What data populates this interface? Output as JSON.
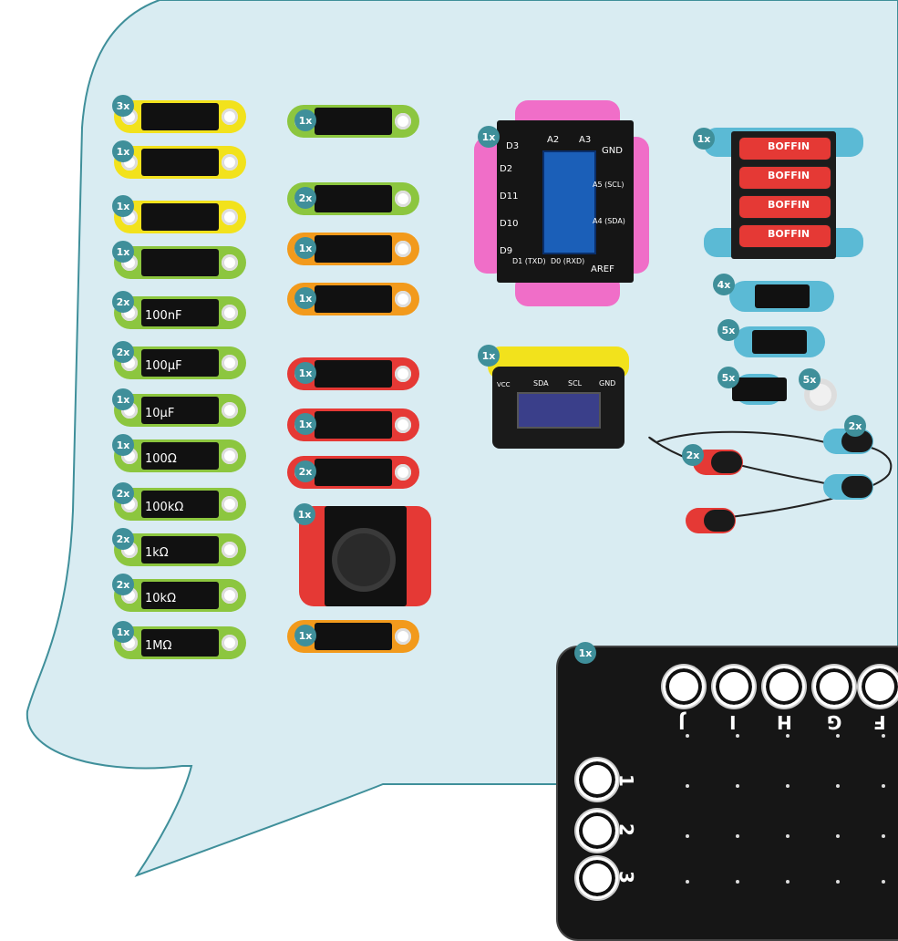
{
  "quantities": {
    "led": "3x",
    "ldr": "1x",
    "lamp": "1x",
    "diode": "1x",
    "cap100nf": "2x",
    "cap100uf": "2x",
    "cap10uf": "1x",
    "r100": "1x",
    "r100k": "2x",
    "r1k": "2x",
    "r10k": "2x",
    "r1m": "1x",
    "transistor": "1x",
    "transistor2": "2x",
    "buzzer": "1x",
    "mic": "1x",
    "pot": "1x",
    "switch": "1x",
    "button": "2x",
    "joystick": "1x",
    "reed": "1x",
    "nano": "1x",
    "oled": "1x",
    "battery": "1x",
    "wire4": "4x",
    "wire2": "5x",
    "wire1": "5x",
    "disc": "5x",
    "leads_a": "2x",
    "leads_b": "2x",
    "board": "1x"
  },
  "labels": {
    "cap100nf": "100nF",
    "cap100uf": "100µF",
    "cap10uf": "10µF",
    "r100": "100Ω",
    "r100k": "100kΩ",
    "r1k": "1kΩ",
    "r10k": "10kΩ",
    "r1m": "1MΩ"
  },
  "nano_pins": {
    "top": [
      "D3",
      "A2",
      "A3",
      "GND"
    ],
    "left": [
      "D2",
      "D11",
      "D10",
      "D9"
    ],
    "right": [
      "A5 (SCL)",
      "A4 (SDA)"
    ],
    "bottom": [
      "D1 (TXD)",
      "D0 (RXD)",
      "AREF"
    ]
  },
  "oled_pins": [
    "VCC",
    "SDA",
    "SCL",
    "GND"
  ],
  "battery_brand": "BOFFIN",
  "board": {
    "columns": [
      "J",
      "I",
      "H",
      "G",
      "F"
    ],
    "rows": [
      "1",
      "2",
      "3"
    ]
  },
  "colors": {
    "background_blob": "#d9ecf2",
    "blob_outline": "#3f8f9a",
    "badge": "#3f8f9a",
    "yellow": "#f2e21c",
    "green": "#8cc63f",
    "orange": "#f29a1c",
    "red": "#e53935",
    "pink": "#f06ec8",
    "cyan": "#5bbad5"
  }
}
